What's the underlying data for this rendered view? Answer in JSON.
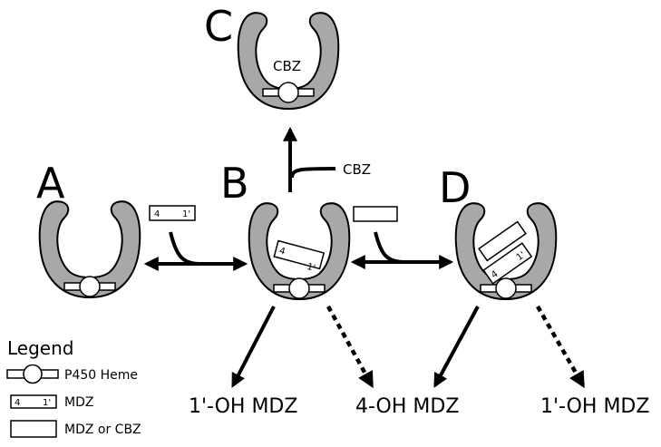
{
  "states": {
    "a": "A",
    "b": "B",
    "c": "C",
    "d": "D"
  },
  "enzyme_c_ligand": "CBZ",
  "cbz_branch_label": "CBZ",
  "mdz_box": {
    "left": "4",
    "right": "1'"
  },
  "products": {
    "b_solid": "1'-OH MDZ",
    "shared": "4-OH MDZ",
    "d_dotted": "1'-OH MDZ"
  },
  "legend": {
    "title": "Legend",
    "heme": "P450 Heme",
    "mdz": "MDZ",
    "mdz_or_cbz": "MDZ or CBZ"
  }
}
